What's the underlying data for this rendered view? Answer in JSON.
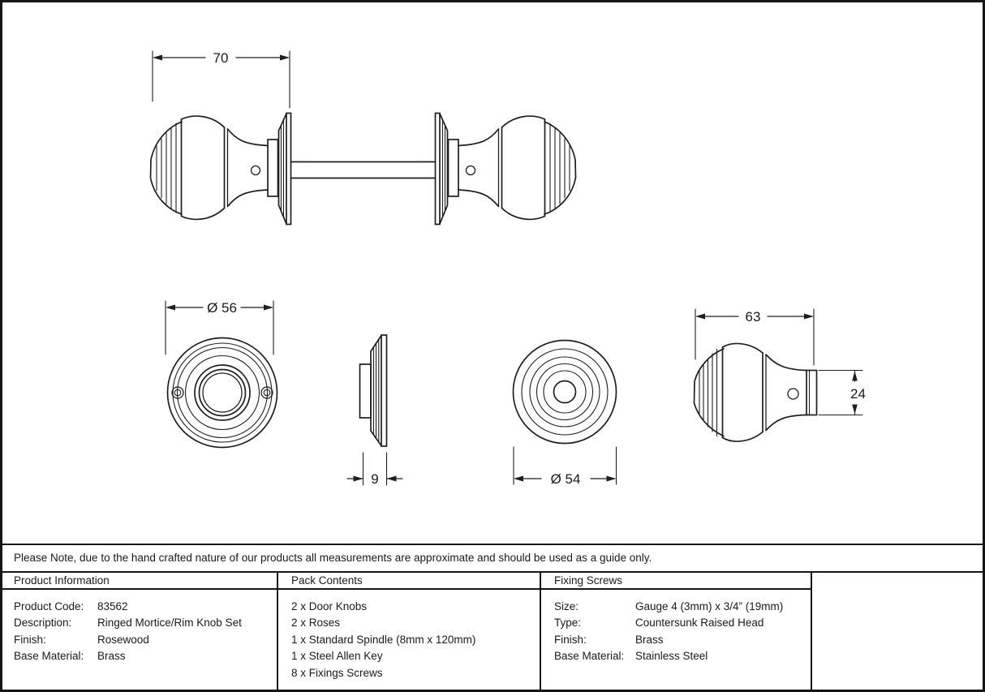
{
  "note": "Please Note, due to the hand crafted nature of our products all measurements are approximate and should be used as a guide only.",
  "dimensions": {
    "knob_set_width": "70",
    "rose_diameter": "Ø 56",
    "rose_depth": "9",
    "knob_face_diameter": "Ø 54",
    "knob_length": "63",
    "stem_diameter": "24"
  },
  "table": {
    "product_information": {
      "header": "Product Information",
      "rows": [
        {
          "label": "Product Code:",
          "value": "83562"
        },
        {
          "label": "Description:",
          "value": "Ringed Mortice/Rim Knob Set"
        },
        {
          "label": "Finish:",
          "value": "Rosewood"
        },
        {
          "label": "Base Material:",
          "value": "Brass"
        }
      ]
    },
    "pack_contents": {
      "header": "Pack Contents",
      "items": [
        "2 x Door Knobs",
        "2 x Roses",
        "1 x Standard Spindle (8mm x 120mm)",
        "1 x Steel Allen Key",
        "8 x Fixings Screws"
      ]
    },
    "fixing_screws": {
      "header": "Fixing Screws",
      "rows": [
        {
          "label": "Size:",
          "value": "Gauge 4 (3mm) x 3/4” (19mm)"
        },
        {
          "label": "Type:",
          "value": "Countersunk Raised Head"
        },
        {
          "label": "Finish:",
          "value": "Brass"
        },
        {
          "label": "Base Material:",
          "value": "Stainless Steel"
        }
      ]
    }
  },
  "colors": {
    "line": "#1a1a1a",
    "background": "#ffffff"
  }
}
